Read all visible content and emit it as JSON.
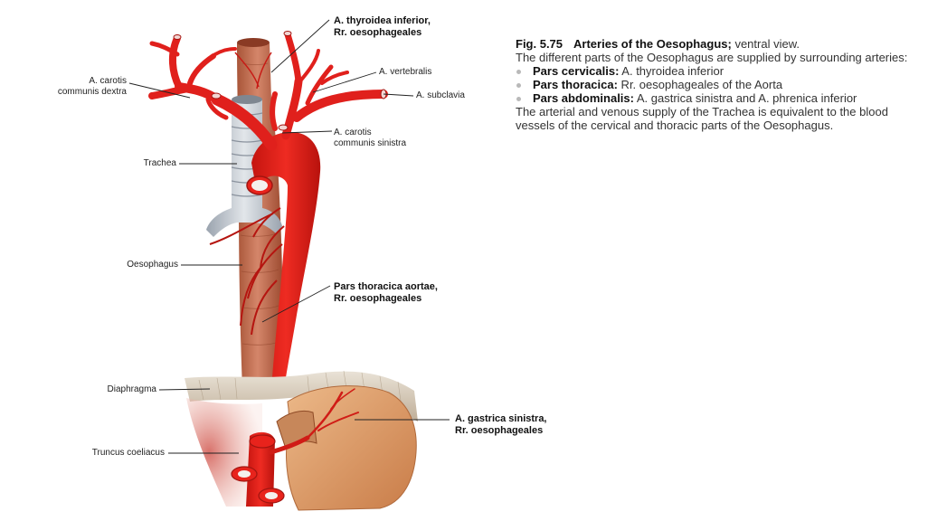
{
  "labels": {
    "thyroidea": {
      "line1": "A. thyroidea inferior,",
      "line2": "Rr. oesophageales"
    },
    "carotis_dextra": {
      "line1": "A. carotis",
      "line2": "communis dextra"
    },
    "vertebralis": "A. vertebralis",
    "subclavia": "A. subclavia",
    "carotis_sinistra": {
      "line1": "A. carotis",
      "line2": "communis sinistra"
    },
    "trachea": "Trachea",
    "oesophagus": "Oesophagus",
    "pars_thoracica": {
      "line1": "Pars thoracica aortae,",
      "line2": "Rr. oesophageales"
    },
    "diaphragma": "Diaphragma",
    "gastrica": {
      "line1": "A. gastrica sinistra,",
      "line2": "Rr. oesophageales"
    },
    "truncus": "Truncus coeliacus"
  },
  "caption": {
    "fig_number": "Fig. 5.75",
    "fig_title": "Arteries of the Oesophagus;",
    "fig_view": " ventral view.",
    "intro": "The different parts of the Oesophagus are supplied by surrounding arteries:",
    "bullets": [
      {
        "term": "Pars cervicalis:",
        "text": " A. thyroidea inferior"
      },
      {
        "term": "Pars thoracica:",
        "text": " Rr. oesophageales of the Aorta"
      },
      {
        "term": "Pars abdominalis:",
        "text": " A. gastrica sinistra and A. phrenica inferior"
      }
    ],
    "outro": "The arterial and venous supply of the Trachea is equivalent to the blood vessels of the cervical and thoracic parts of the Oesophagus."
  },
  "colors": {
    "artery": "#e0201c",
    "artery_dark": "#b51510",
    "oesophagus": "#c9745a",
    "trachea": "#c7ccd3",
    "stomach": "#e1a26d",
    "diaphragm": "#d9cdbb"
  }
}
